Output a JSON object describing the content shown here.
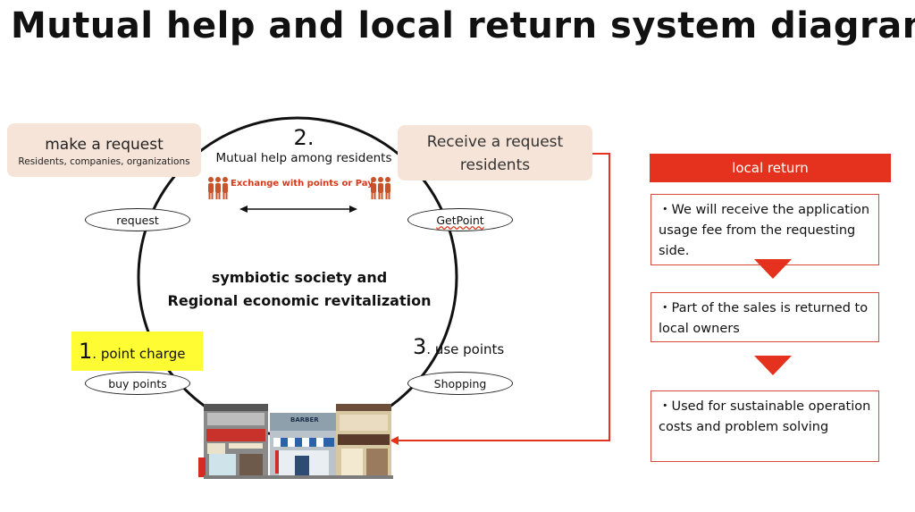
{
  "title": "Mutual help and local return system diagram",
  "cycle": {
    "center_line1": "symbiotic society and",
    "center_line2": "Regional economic revitalization",
    "make_request": {
      "label": "make a request",
      "sub": "Residents, companies, organizations"
    },
    "receive_request": {
      "line1": "Receive a request",
      "line2": "residents"
    },
    "step2": {
      "number": "2.",
      "label": "Mutual help among residents",
      "exchange": "Exchange with points or Pay"
    },
    "step1": {
      "number": "1",
      "label": ". point charge"
    },
    "step3": {
      "number": "3",
      "label": ". use points"
    },
    "ovals": {
      "request": "request",
      "getpoint": "GetPoint",
      "buy_points": "buy points",
      "shopping": "Shopping"
    },
    "shop_signs": {
      "barber": "BARBER"
    }
  },
  "local_return": {
    "header": "local return",
    "items": [
      "・We will receive the application usage fee from the requesting side.",
      "・Part of the sales is returned to local owners",
      "・Used for sustainable operation costs and problem solving"
    ]
  },
  "colors": {
    "accent_red": "#e5321e",
    "box_beige": "#f6e4d8",
    "highlight_yellow": "#fffc33",
    "exchange_red": "#d8391b"
  },
  "icons": [
    "people-group-icon",
    "double-arrow-icon",
    "storefront-illustration"
  ]
}
